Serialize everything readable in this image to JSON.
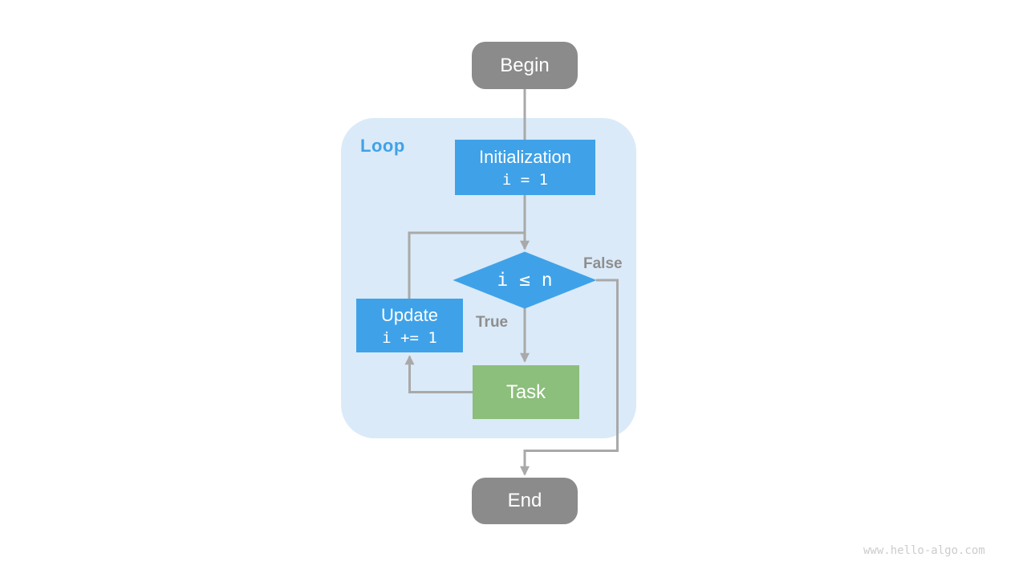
{
  "watermark": "www.hello-algo.com",
  "diagram": {
    "loop_label": "Loop",
    "nodes": {
      "begin": {
        "label": "Begin"
      },
      "initialization": {
        "title": "Initialization",
        "code": "i = 1"
      },
      "condition": {
        "expression": "i ≤ n"
      },
      "update": {
        "title": "Update",
        "code": "i += 1"
      },
      "task": {
        "label": "Task"
      },
      "end": {
        "label": "End"
      }
    },
    "edge_labels": {
      "true_branch": "True",
      "false_branch": "False"
    },
    "colors": {
      "node_blue": "#3fa2e8",
      "node_green": "#8cbe7c",
      "node_gray": "#8b8b8b",
      "loop_bg": "#daeaf8",
      "loop_label": "#3fa2e8",
      "line": "#a9a9a9",
      "edge_label": "#8e8e8e",
      "watermark": "#cccccc"
    }
  }
}
